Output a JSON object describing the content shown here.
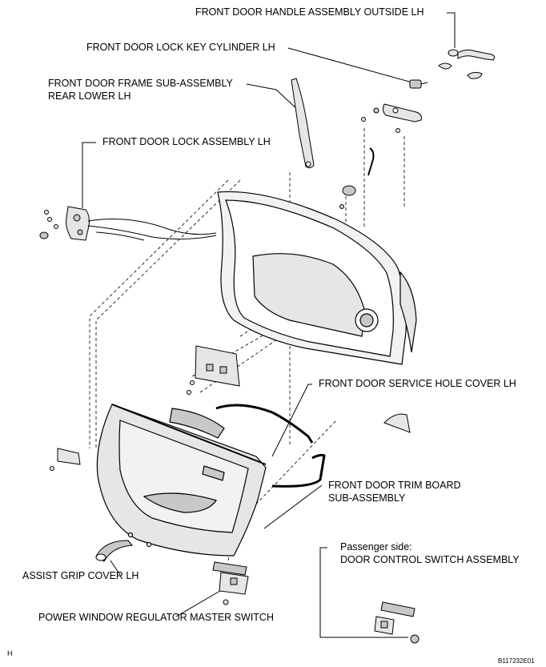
{
  "labels": {
    "handle_outside": "FRONT DOOR HANDLE ASSEMBLY OUTSIDE LH",
    "lock_key_cylinder": "FRONT DOOR LOCK KEY CYLINDER LH",
    "frame_sub_line1": "FRONT DOOR FRAME SUB-ASSEMBLY",
    "frame_sub_line2": "REAR LOWER LH",
    "lock_assembly": "FRONT DOOR LOCK ASSEMBLY LH",
    "service_hole_cover": "FRONT DOOR SERVICE HOLE COVER LH",
    "trim_board_line1": "FRONT DOOR TRIM BOARD",
    "trim_board_line2": "SUB-ASSEMBLY",
    "passenger_side": "Passenger side:",
    "door_control_switch": "DOOR CONTROL SWITCH ASSEMBLY",
    "assist_grip_cover": "ASSIST GRIP COVER LH",
    "power_window_switch": "POWER WINDOW REGULATOR MASTER SWITCH",
    "corner_letter": "H",
    "figure_code": "B117232E01"
  },
  "colors": {
    "ink": "#000000",
    "part_fill": "#e6e6e6",
    "part_fill_dark": "#c8c8c8",
    "background": "#ffffff"
  }
}
